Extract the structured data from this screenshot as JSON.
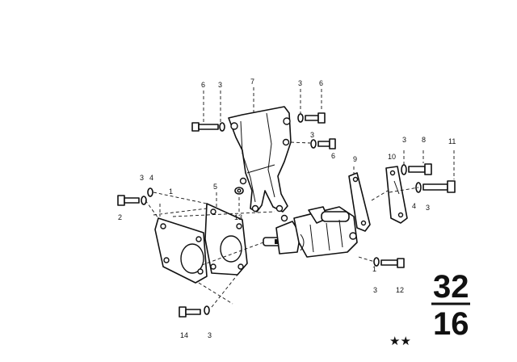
{
  "callouts": [
    {
      "id": "c-6-top-left",
      "text": "6"
    },
    {
      "id": "c-3-top-left",
      "text": "3"
    },
    {
      "id": "c-7",
      "text": "7"
    },
    {
      "id": "c-3-top-right",
      "text": "3"
    },
    {
      "id": "c-6-top-right",
      "text": "6"
    },
    {
      "id": "c-3-mid",
      "text": "3"
    },
    {
      "id": "c-6-mid",
      "text": "6"
    },
    {
      "id": "c-9",
      "text": "9"
    },
    {
      "id": "c-10",
      "text": "10"
    },
    {
      "id": "c-3-right",
      "text": "3"
    },
    {
      "id": "c-8",
      "text": "8"
    },
    {
      "id": "c-11",
      "text": "11"
    },
    {
      "id": "c-4-right",
      "text": "4"
    },
    {
      "id": "c-3-right-low",
      "text": "3"
    },
    {
      "id": "c-3-left",
      "text": "3"
    },
    {
      "id": "c-4-left",
      "text": "4"
    },
    {
      "id": "c-2",
      "text": "2"
    },
    {
      "id": "c-1",
      "text": "1"
    },
    {
      "id": "c-5",
      "text": "5"
    },
    {
      "id": "c-13",
      "text": "13"
    },
    {
      "id": "c-1-right",
      "text": "1"
    },
    {
      "id": "c-3-bottom",
      "text": "3"
    },
    {
      "id": "c-12",
      "text": "12"
    },
    {
      "id": "c-14",
      "text": "14"
    },
    {
      "id": "c-3-bottom-left",
      "text": "3"
    }
  ],
  "page_number_top": "32",
  "page_number_bottom": "16",
  "stars": "★★"
}
